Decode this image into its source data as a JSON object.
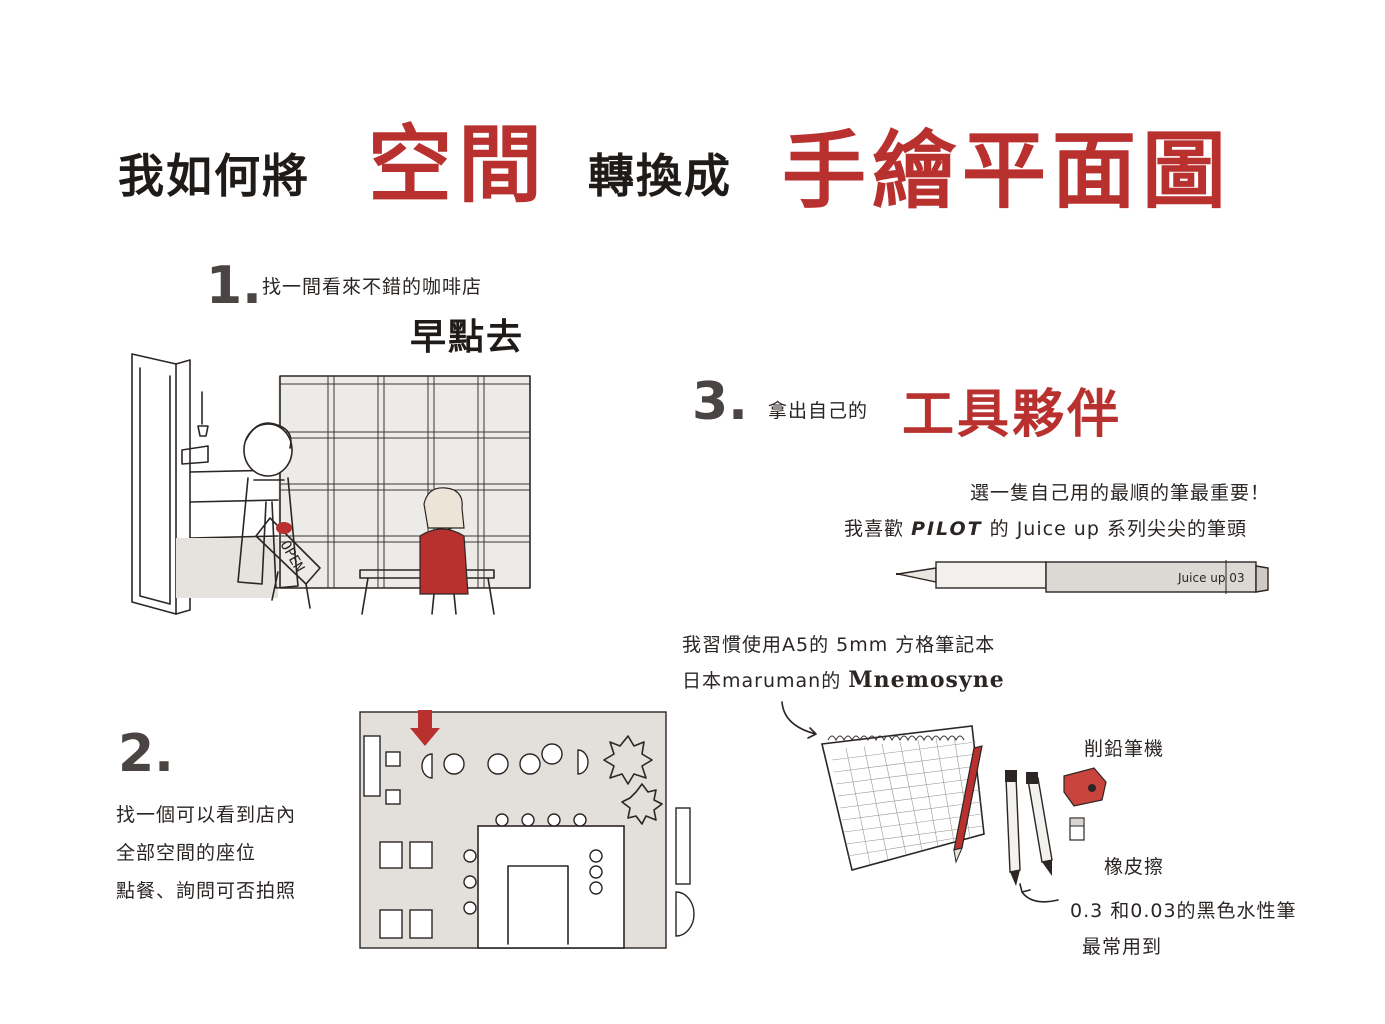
{
  "colors": {
    "accent_red": "#b8312f",
    "ink": "#2b2624",
    "wash_gray": "#d9d6d2"
  },
  "title": {
    "part1": "我如何將",
    "part2": "空間",
    "part3": "轉換成",
    "part4": "手繪平面圖"
  },
  "step1": {
    "number": "1.",
    "line1": "找一間看來不錯的咖啡店",
    "line2": "早點去",
    "sign_text": "OPEN"
  },
  "step2": {
    "number": "2.",
    "line1": "找一個可以看到店內",
    "line2": "全部空間的座位",
    "line3": "點餐、詢問可否拍照"
  },
  "step3": {
    "number": "3.",
    "prefix": "拿出自己的",
    "highlight": "工具夥伴",
    "pen_line1": "選一隻自己用的最順的筆最重要！",
    "pen_line2_a": "我喜歡",
    "pen_line2_brand": "PILOT",
    "pen_line2_b": "的 Juice up 系列尖尖的筆頭",
    "pen_label": "Juice up 03",
    "notebook_line1": "我習慣使用A5的 5mm 方格筆記本",
    "notebook_line2_a": "日本maruman的",
    "notebook_line2_brand": "Mnemosyne",
    "sharpener": "削鉛筆機",
    "eraser": "橡皮擦",
    "marker_line1": "0.3 和0.03的黑色水性筆",
    "marker_line2": "最常用到"
  }
}
